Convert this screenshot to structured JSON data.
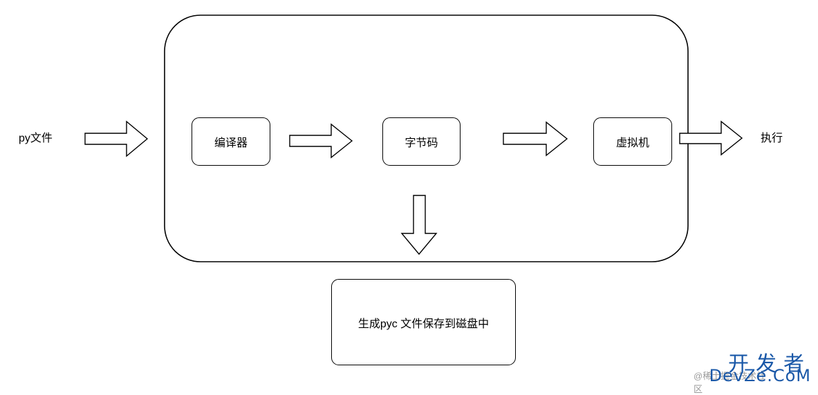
{
  "input_label": "py文件",
  "output_label": "执行",
  "nodes": {
    "compiler": "编译器",
    "bytecode": "字节码",
    "vm": "虚拟机"
  },
  "save_node": "生成pyc 文件保存到磁盘中",
  "watermark": {
    "cn": "开发者",
    "en": "DevZe.CoM",
    "handle": "@稀土掘金技术社区"
  }
}
